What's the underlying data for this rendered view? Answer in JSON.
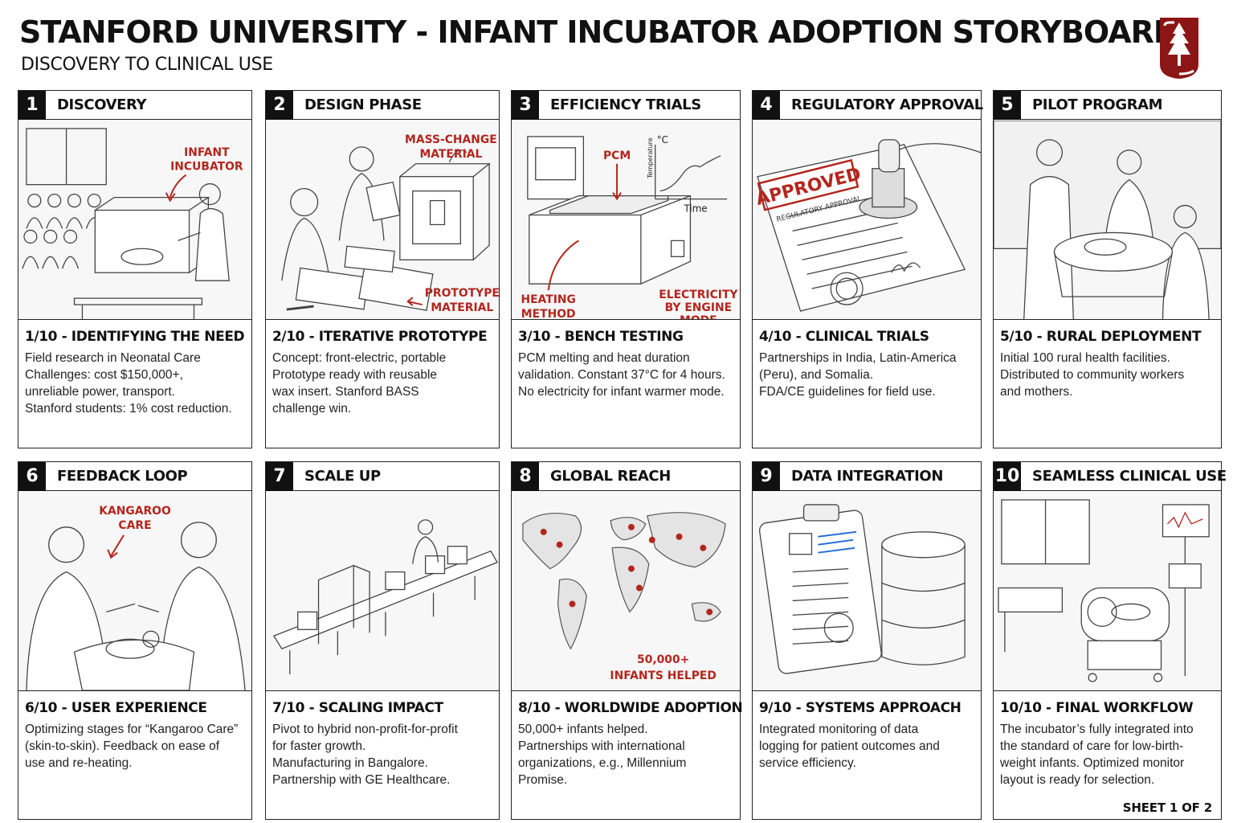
{
  "header": {
    "title": "STANFORD UNIVERSITY - INFANT INCUBATOR ADOPTION STORYBOARD",
    "subtitle": "DISCOVERY TO CLINICAL USE"
  },
  "colors": {
    "accent": "#8c1515",
    "annotation": "#b3261e",
    "ink": "#111111"
  },
  "panels": [
    {
      "number": "1",
      "title": "DISCOVERY",
      "icon": "infant-incubator-clinic-sketch",
      "annotations": [
        "INFANT",
        "INCUBATOR"
      ],
      "caption_title": "1/10 - IDENTIFYING THE NEED",
      "lines": [
        "Field research in Neonatal Care",
        "Challenges: cost $150,000+,",
        "unreliable power, transport.",
        "Stanford students: 1% cost reduction."
      ]
    },
    {
      "number": "2",
      "title": "DESIGN PHASE",
      "icon": "design-team-3d-printer-sketch",
      "annotations": [
        "MASS-CHANGE",
        "MATERIAL",
        "PROTOTYPE",
        "MATERIAL"
      ],
      "caption_title": "2/10 - ITERATIVE PROTOTYPE",
      "lines": [
        "Concept: front-electric, portable",
        "Prototype ready with reusable",
        "wax insert. Stanford BASS",
        "challenge win."
      ]
    },
    {
      "number": "3",
      "title": "EFFICIENCY TRIALS",
      "icon": "bench-testing-device-sketch",
      "annotations": [
        "PCM",
        "°C",
        "Temperature",
        "Time",
        "HEATING",
        "METHOD",
        "ELECTRICITY",
        "BY ENGINE",
        "MODE"
      ],
      "caption_title": "3/10 - BENCH TESTING",
      "lines": [
        "PCM melting and heat duration",
        "validation. Constant 37°C for 4 hours.",
        "No electricity for infant warmer mode."
      ]
    },
    {
      "number": "4",
      "title": "REGULATORY APPROVAL",
      "icon": "approved-stamp-document-sketch",
      "annotations": [
        "APPROVED",
        "REGULATORY APPROVAL"
      ],
      "caption_title": "4/10 - CLINICAL TRIALS",
      "lines": [
        "Partnerships in India, Latin-America",
        "(Peru), and Somalia.",
        "FDA/CE guidelines for field use."
      ]
    },
    {
      "number": "5",
      "title": "PILOT PROGRAM",
      "icon": "rural-health-workers-sketch",
      "annotations": [],
      "caption_title": "5/10 - RURAL DEPLOYMENT",
      "lines": [
        "Initial 100 rural health facilities.",
        "Distributed to community workers",
        "and mothers."
      ]
    },
    {
      "number": "6",
      "title": "FEEDBACK LOOP",
      "icon": "nurses-kangaroo-care-sketch",
      "annotations": [
        "KANGAROO",
        "CARE"
      ],
      "caption_title": "6/10 - USER EXPERIENCE",
      "lines": [
        "Optimizing stages for “Kangaroo Care”",
        "(skin-to-skin). Feedback on ease of",
        "use and re-heating."
      ]
    },
    {
      "number": "7",
      "title": "SCALE UP",
      "icon": "conveyor-belt-factory-sketch",
      "annotations": [],
      "caption_title": "7/10 - SCALING IMPACT",
      "lines": [
        "Pivot to hybrid non-profit-for-profit",
        "for faster growth.",
        "Manufacturing in Bangalore.",
        "Partnership with GE Healthcare."
      ]
    },
    {
      "number": "8",
      "title": "GLOBAL REACH",
      "icon": "world-map-pins-sketch",
      "annotations": [
        "50,000+",
        "INFANTS HELPED"
      ],
      "caption_title": "8/10 - WORLDWIDE ADOPTION",
      "lines": [
        "50,000+ infants helped.",
        "Partnerships with international",
        "organizations, e.g., Millennium",
        "Promise."
      ]
    },
    {
      "number": "9",
      "title": "DATA INTEGRATION",
      "icon": "clipboard-database-sketch",
      "annotations": [],
      "caption_title": "9/10 - SYSTEMS APPROACH",
      "lines": [
        "Integrated monitoring of data",
        "logging for patient outcomes and",
        "service efficiency."
      ]
    },
    {
      "number": "10",
      "title": "SEAMLESS CLINICAL USE",
      "icon": "hospital-incubator-monitor-sketch",
      "annotations": [],
      "caption_title": "10/10 - FINAL WORKFLOW",
      "lines": [
        "The incubator’s fully integrated into",
        "the standard of care for low-birth-",
        "weight infants. Optimized monitor",
        "layout is ready for selection."
      ]
    }
  ],
  "footer": {
    "sheet": "SHEET 1 OF 2"
  },
  "logo": {
    "icon": "stanford-tree-logo"
  }
}
